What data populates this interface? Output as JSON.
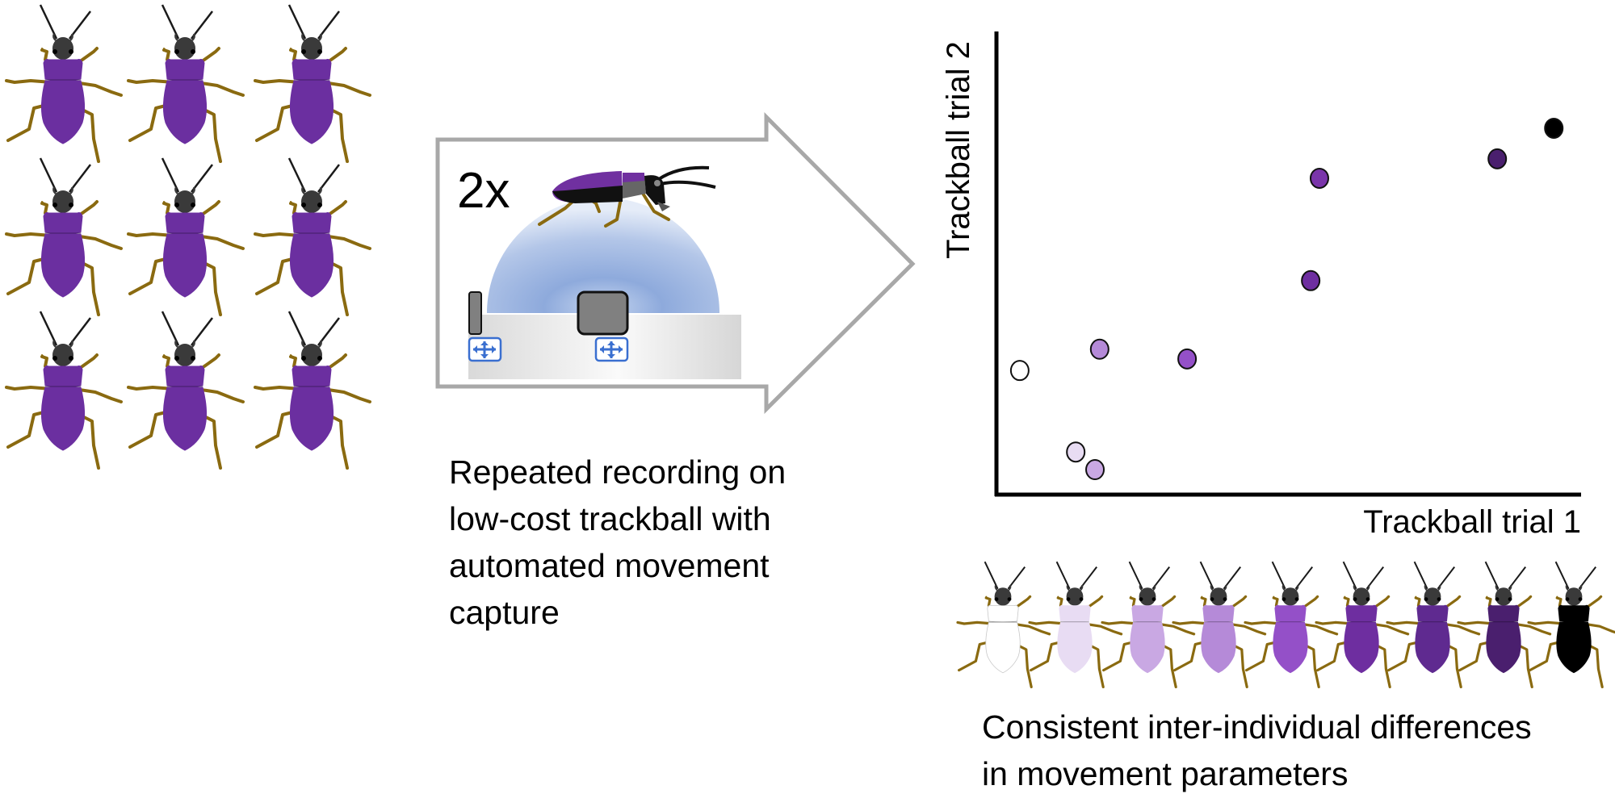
{
  "figure": {
    "left_panel": {
      "name": "beetle-population",
      "beetle_count": 9,
      "beetle_color": "#6b2fa0"
    },
    "middle_panel": {
      "repeat_label": "2x",
      "caption_lines": [
        "Repeated recording on",
        "low-cost trackball with",
        "automated movement",
        "capture"
      ],
      "icons": [
        "trackball-icon",
        "sensor-icon",
        "move-arrows-icon",
        "move-arrows-icon",
        "beetle-side-icon"
      ]
    },
    "right_panel": {
      "beetle_gradient": [
        "#ffffff",
        "#e8dcf3",
        "#c9a8e3",
        "#b58ad8",
        "#9450c8",
        "#6e2ea0",
        "#5f2a90",
        "#4a1f6e",
        "#000000"
      ],
      "caption_lines": [
        "Consistent inter-individual differences",
        "in movement parameters"
      ]
    }
  },
  "chart_data": {
    "type": "scatter",
    "title": "",
    "xlabel": "Trackball trial 1",
    "ylabel": "Trackball trial 2",
    "xlim": [
      0,
      100
    ],
    "ylim": [
      0,
      100
    ],
    "grid": false,
    "ticks": false,
    "legend": "none",
    "points": [
      {
        "x": 4.0,
        "y": 26.8,
        "color": "#ffffff"
      },
      {
        "x": 13.6,
        "y": 9.2,
        "color": "#e8dcf3"
      },
      {
        "x": 16.9,
        "y": 5.4,
        "color": "#c9a8e3"
      },
      {
        "x": 17.7,
        "y": 31.4,
        "color": "#b58ad8"
      },
      {
        "x": 32.7,
        "y": 29.3,
        "color": "#9450c8"
      },
      {
        "x": 53.9,
        "y": 46.2,
        "color": "#6e2ea0"
      },
      {
        "x": 55.4,
        "y": 68.3,
        "color": "#7a35aa"
      },
      {
        "x": 85.9,
        "y": 72.5,
        "color": "#4a1f6e"
      },
      {
        "x": 95.6,
        "y": 79.1,
        "color": "#000000"
      }
    ]
  }
}
